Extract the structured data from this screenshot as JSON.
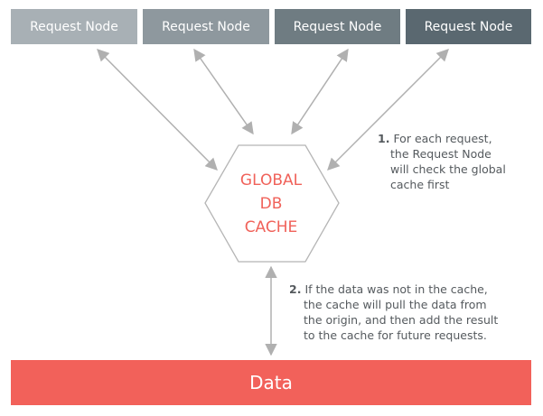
{
  "request_nodes": [
    {
      "label": "Request Node",
      "color": "#a8b0b5"
    },
    {
      "label": "Request Node",
      "color": "#8e989e"
    },
    {
      "label": "Request Node",
      "color": "#6f7c82"
    },
    {
      "label": "Request Node",
      "color": "#5a6870"
    }
  ],
  "cache": {
    "lines": [
      "GLOBAL",
      "DB",
      "CACHE"
    ],
    "text_color": "#f0625a",
    "outline_color": "#b5b5b5"
  },
  "notes": {
    "note1": {
      "number": "1.",
      "lines": [
        "For each request,",
        "the Request Node",
        "will check the global",
        "cache first"
      ]
    },
    "note2": {
      "number": "2.",
      "lines": [
        "If the data was not in the cache,",
        "the cache will pull the data from",
        "the origin, and then add the result",
        "to the cache for future requests."
      ]
    }
  },
  "data_store": {
    "label": "Data",
    "color": "#f2615a"
  },
  "arrow_color": "#b0b0b0"
}
